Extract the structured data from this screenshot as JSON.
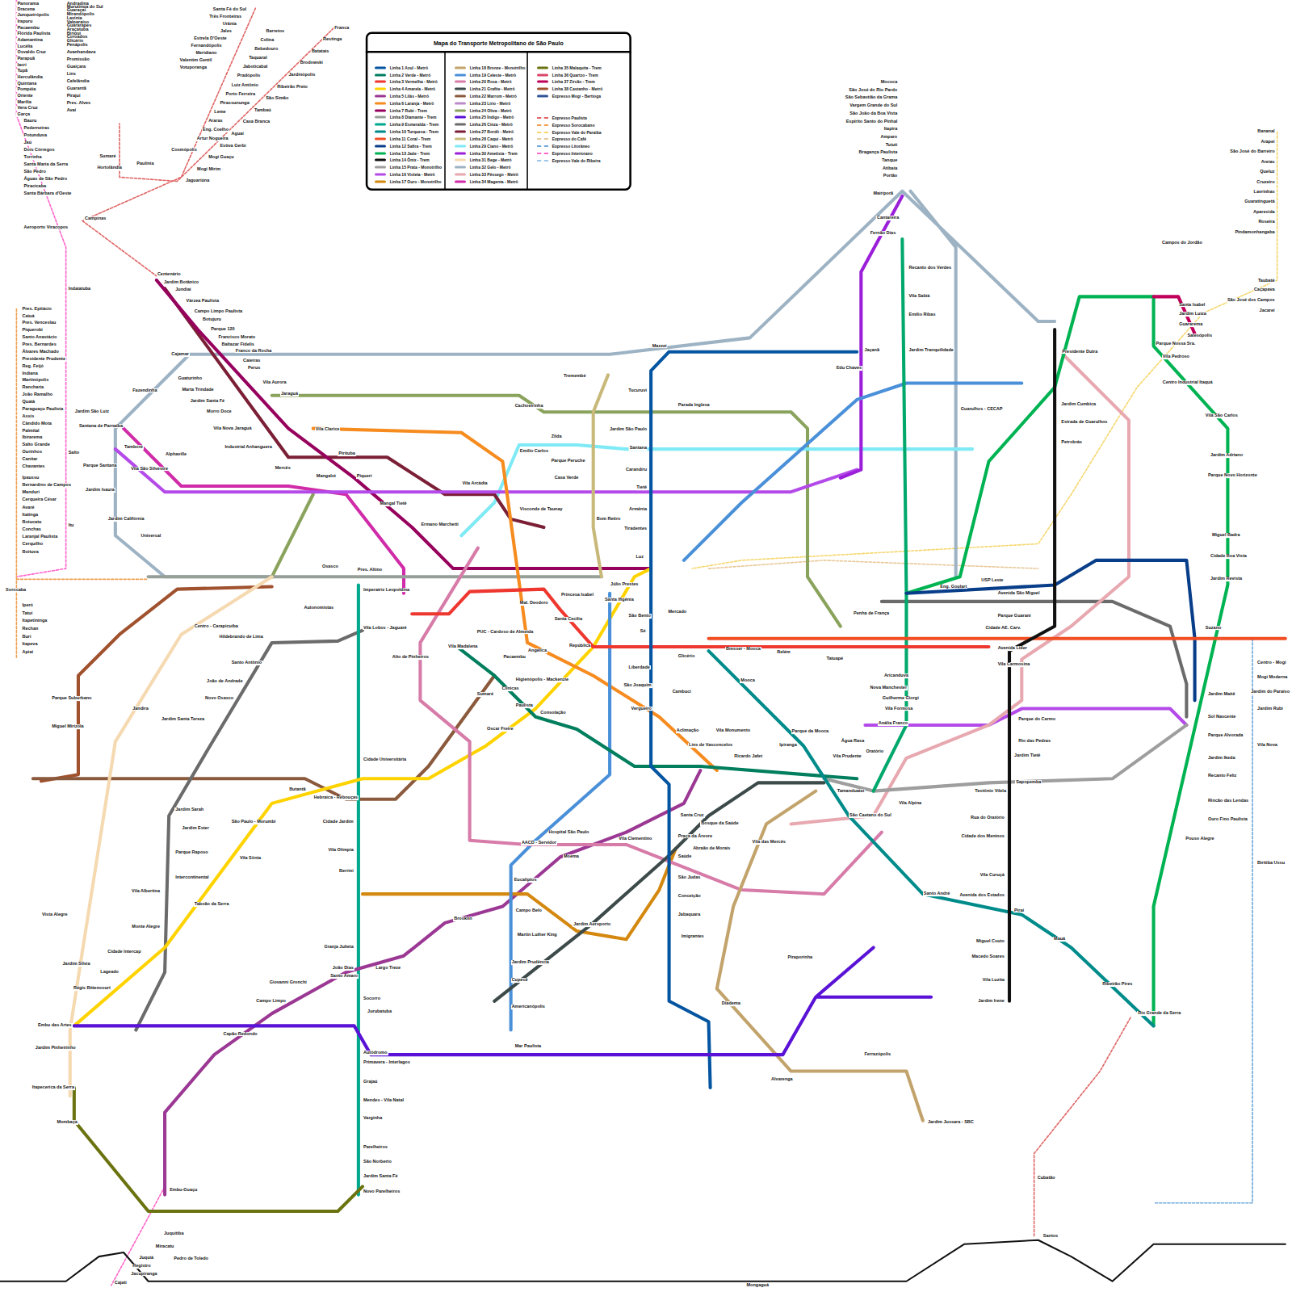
{
  "diagram": {
    "title": "Mapa do Transporte Metropolitano de São Paulo",
    "labels": [
      "Panorama",
      "Dracena",
      "Junqueirópolis",
      "Irapuru",
      "Pacaembu",
      "Flórida Paulista",
      "Adamantina",
      "Lucélia",
      "Osvaldo Cruz",
      "Parapuã",
      "Iacri",
      "Tupã",
      "Herculândia",
      "Quintana",
      "Pompéia",
      "Oriente",
      "Marília",
      "Vera Cruz",
      "Garça",
      "Bauru",
      "Pederneiras",
      "Potunduva",
      "Jaú",
      "Dois Córregos",
      "Torrinha",
      "Santa Maria da Serra",
      "São Pedro",
      "Águas de São Pedro",
      "Piracicaba",
      "Santa Bárbara d'Oeste",
      "Aeroporto Viracopos",
      "Campinas",
      "Indaiatuba",
      "Salto",
      "Itu",
      "Andradina",
      "Murutinga do Sul",
      "Guaraçaí",
      "Mirandópolis",
      "Lavínia",
      "Valparaíso",
      "Guararapes",
      "Araçatuba",
      "Birigui",
      "Coroados",
      "Glicério",
      "Penápolis",
      "Avanhandava",
      "Promissão",
      "Guaiçara",
      "Lins",
      "Cafelândia",
      "Guarantã",
      "Pirajuí",
      "Pres. Alves",
      "Avaí",
      "Santa Fé do Sul",
      "Três Fronteiras",
      "Urânia",
      "Jales",
      "Estrela D'Oeste",
      "Fernandópolis",
      "Meridiano",
      "Valentim Gentil",
      "Votuporanga",
      "Barretos",
      "Colina",
      "Bebedouro",
      "Taquaral",
      "Jaboticabal",
      "Pradópolis",
      "Luiz Antônio",
      "Porto Ferreira",
      "Pirassununga",
      "Leme",
      "Araras",
      "Eng. Coelho",
      "Artur Nogueira",
      "Cosmópolis",
      "Paulínia",
      "Franca",
      "Restinga",
      "Batatais",
      "Brodowski",
      "Jardinópolis",
      "Ribeirão Preto",
      "São Simão",
      "Tambaú",
      "Casa Branca",
      "Aguaí",
      "Estiva Gerbi",
      "Mogi Guaçu",
      "Mogi Mirim",
      "Jaguariúna",
      "Sumaré",
      "Hortolândia",
      "Pres. Epitácio",
      "Caiuá",
      "Pres. Venceslau",
      "Piquerobi",
      "Santo Anastácio",
      "Pres. Bernardes",
      "Álvares Machado",
      "Presidente Prudente",
      "Reg. Feijó",
      "Indiana",
      "Martinópolis",
      "Rancharia",
      "João Ramalho",
      "Quatá",
      "Paraguaçu Paulista",
      "Assis",
      "Cândido Mota",
      "Palmital",
      "Ibirarema",
      "Salto Grande",
      "Ourinhos",
      "Canitar",
      "Chavantes",
      "Ipaussu",
      "Bernardino de Campos",
      "Manduri",
      "Cerqueira César",
      "Avaré",
      "Itatinga",
      "Botucatu",
      "Conchas",
      "Laranjal Paulista",
      "Cerquilho",
      "Boituva",
      "Sorocaba",
      "Iperó",
      "Tatuí",
      "Itapetininga",
      "Rechan",
      "Buri",
      "Itapeva",
      "Apiaí",
      "Mococa",
      "São José do Rio Pardo",
      "São Sebastião da Grama",
      "Vargem Grande do Sul",
      "São João da Boa Vista",
      "Espírito Santo do Pinhal",
      "Itapira",
      "Amparo",
      "Tuiuti",
      "Bragança Paulista",
      "Tanque",
      "Atibaia",
      "Portão",
      "Bananal",
      "Arapeí",
      "São José do Barreiro",
      "Areias",
      "Queluz",
      "Cruzeiro",
      "Lavrinhas",
      "Guaratinguetá",
      "Aparecida",
      "Roseira",
      "Pindamonhangaba",
      "Campos do Jordão",
      "Taubaté",
      "Caçapava",
      "São José dos Campos",
      "Jacareí",
      "Mairiporã",
      "Cantareira",
      "Fernão Dias",
      "Recanto dos Verdes",
      "Vila Sabiá",
      "Emílio Ribas",
      "Jardim Tranquilidade",
      "Jaçanã",
      "Edu Chaves",
      "Mazzei",
      "Tucuruvi",
      "Parada Inglesa",
      "Jardim São Paulo",
      "Santana",
      "Carandiru",
      "Tietê",
      "Armênia",
      "Tiradentes",
      "Tremembé",
      "Cachoeirinha",
      "Zilda",
      "Emílio Carlos",
      "Parque Peruche",
      "Casa Verde",
      "Visconde de Taunay",
      "Bom Retiro",
      "Vila Arcádia",
      "Luz",
      "Júlio Prestes",
      "Princesa Isabel",
      "Santa Ifigênia",
      "Mal. Deodoro",
      "Santa Cecília",
      "República",
      "São Bento",
      "Sé",
      "Mercado",
      "Liberdade",
      "São Joaquim",
      "Vergueiro",
      "Glicério",
      "Cambuci",
      "Bresser - Mooca",
      "Belém",
      "Tatuapé",
      "Mooca",
      "Consolação",
      "Paulista",
      "Higienópolis - Mackenzie",
      "Angélica",
      "Pacaembu",
      "PUC - Cardoso de Almeida",
      "Sumaré",
      "Clínicas",
      "Oscar Freire",
      "Vila Madalena",
      "Alto de Pinheiros",
      "Vila Lobos - Jaguaré",
      "Cidade Universitária",
      "Butantã",
      "Hebraica - Rebouças",
      "São Paulo - Morumbi",
      "Vila Sônia",
      "Taboão da Serra",
      "Embu das Artes",
      "Capão Redondo",
      "Campo Limpo",
      "Giovanni Gronchi",
      "Santo Amaro",
      "Socorro",
      "Jurubatuba",
      "Autódromo",
      "Primavera - Interlagos",
      "Grajaú",
      "Mendes - Vila Natal",
      "Varginha",
      "Parelheiros",
      "São Norberto",
      "Jardim Santa Fé",
      "Novo Parelheiros",
      "Granja Julieta",
      "João Dias",
      "Berrini",
      "Vila Olímpia",
      "Cidade Jardim",
      "Brooklin",
      "Largo Treze",
      "Campo Belo",
      "Jardim Aeroporto",
      "Moema",
      "AACD - Servidor",
      "Hospital São Paulo",
      "Vila Clementino",
      "Santa Cruz",
      "Eucaliptos",
      "Martin Luther King",
      "Jardim Prudência",
      "Cupecê",
      "Americanópolis",
      "Mar Paulista",
      "Praça da Árvore",
      "Saúde",
      "São Judas",
      "Conceição",
      "Jabaquara",
      "Imigrantes",
      "Diadema",
      "Piraporinha",
      "Ferrazópolis",
      "Tamanduateí",
      "Vila Prudente",
      "Oratório",
      "São Caetano do Sul",
      "Santo André",
      "Mauá",
      "Ribeirão Pires",
      "Rio Grande da Serra",
      "Anália Franco",
      "Penha de França",
      "Aricanduva",
      "Nova Manchester",
      "Guilherme Giorgi",
      "Vila Formosa",
      "Água Rasa",
      "Ipiranga",
      "Parque da Mooca",
      "Vila Alpina",
      "Vila Monumento",
      "Lins de Vasconcelos",
      "Ricardo Jafet",
      "Aclimação",
      "Bosque da Saúde",
      "Abraão de Morais",
      "Vila das Mercês",
      "Guarulhos - CECAP",
      "Eng. Goulart",
      "USP Leste",
      "Avenida São Miguel",
      "Parque Guarani",
      "Cidade AE. Carv.",
      "Avenida Líder",
      "Vila Carmosina",
      "Parque do Carmo",
      "Rio das Pedras",
      "Jardim Tietê",
      "Sapopemba",
      "Teotônio Vilela",
      "Rua do Oratório",
      "Cidade dos Meninos",
      "Vila Curuçá",
      "Avenida dos Estados",
      "Piraí",
      "Miguel Couto",
      "Macedo Soares",
      "Vila Luzita",
      "Jardim Irene",
      "Presidente Dutra",
      "Jardim Cumbica",
      "Estrada de Guarulhos",
      "Petrobrás",
      "Cubatão",
      "Santos",
      "Santa Isabel",
      "Jardim Luiza",
      "Guararema",
      "Salesópolis",
      "Parque Nossa Sra.",
      "Vila Pedroso",
      "Centro Industrial Itaquá",
      "Vila São Carlos",
      "Jardim Adriano",
      "Parque Novo Horizonte",
      "Miguel Badra",
      "Cidade Boa Vista",
      "Jardim Revista",
      "Suzano",
      "Centro - Mogi",
      "Mogi Moderna",
      "Jardim do Paraíso",
      "Jardim Rubi",
      "Vila Nova",
      "Biritiba Ussu",
      "Jardim Maitê",
      "Sol Nascente",
      "Parque Alvorada",
      "Jardim Ikeda",
      "Recanto Feliz",
      "Rincão das Lendas",
      "Ouro Fino Paulista",
      "Pouso Alegre",
      "Centenário",
      "Jardim Botânico",
      "Jundiaí",
      "Várzea Paulista",
      "Campo Limpo Paulista",
      "Botujuru",
      "Parque 120",
      "Francisco Morato",
      "Baltazar Fidelis",
      "Franco da Rocha",
      "Caieiras",
      "Perus",
      "Vila Aurora",
      "Jaraguá",
      "Cajamar",
      "Guaturinho",
      "Marta Trindade",
      "Jardim Santa Fé",
      "Morro Doce",
      "Vila Nova Jaraguá",
      "Industrial Anhanguera",
      "Pirituba",
      "Piqueri",
      "Mangalot",
      "Mercês",
      "Vila Clarice",
      "Mangal Tietê",
      "Ermano Marchetti",
      "Fazendinha",
      "Jardim São Luiz",
      "Santana de Parnaíba",
      "Tamboré",
      "Alphaville",
      "Vila São Silvestre",
      "Parque Santana",
      "Jardim Isaura",
      "Jardim Califórnia",
      "Universal",
      "Osasco",
      "Pres. Altino",
      "Imperatriz Leopoldina",
      "Autonomistas",
      "Centro - Carapicuíba",
      "Hildebrando de Lima",
      "Santo Antônio",
      "João de Andrade",
      "Novo Osasco",
      "Jandira",
      "Jardim Santa Tereza",
      "Parque Suburbano",
      "Miguel Mirizola",
      "Jardim Sarah",
      "Jardim Ester",
      "Parque Raposo",
      "Intercontinental",
      "Vila Albertina",
      "Monte Alegre",
      "Cidade Intercap",
      "Lageado",
      "Régis Bittencourt",
      "Jardim Silvia",
      "Vista Alegre",
      "Embu-Guaçu",
      "Itapecerica da Serra",
      "Jardim Pinheirinho",
      "Mombaça",
      "Juquitiba",
      "Miracatu",
      "Pedro de Toledo",
      "Juquiá",
      "Registro",
      "Jacupiranga",
      "Cajati",
      "Mongaguá",
      "Jardim Jussara - SBC",
      "Alvarenga"
    ],
    "legend": [
      {
        "text": "Linha 1 Azul - Metrô",
        "color": "#0455A1"
      },
      {
        "text": "Linha 2 Verde - Metrô",
        "color": "#007E5E"
      },
      {
        "text": "Linha 3 Vermelha - Metrô",
        "color": "#EE372F"
      },
      {
        "text": "Linha 4 Amarela - Metrô",
        "color": "#FFD300"
      },
      {
        "text": "Linha 5 Lilás - Metrô",
        "color": "#9B3894"
      },
      {
        "text": "Linha 6 Laranja - Metrô",
        "color": "#F68B1F"
      },
      {
        "text": "Linha 7 Rubi - Trem",
        "color": "#97015E"
      },
      {
        "text": "Linha 8 Diamante - Trem",
        "color": "#97A098"
      },
      {
        "text": "Linha 9 Esmeralda - Trem",
        "color": "#00A88E"
      },
      {
        "text": "Linha 10 Turquesa - Trem",
        "color": "#008B8B"
      },
      {
        "text": "Linha 11 Coral - Trem",
        "color": "#F04E23"
      },
      {
        "text": "Linha 12 Safira - Trem",
        "color": "#083E89"
      },
      {
        "text": "Linha 13 Jade - Trem",
        "color": "#00B352"
      },
      {
        "text": "Linha 14 Ônix - Trem",
        "color": "#111111"
      },
      {
        "text": "Linha 15 Prata - Monotrilho",
        "color": "#9E9E9E"
      },
      {
        "text": "Linha 16 Violeta - Metrô",
        "color": "#B44AE8"
      },
      {
        "text": "Linha 17 Ouro - Monotrilho",
        "color": "#D4880F"
      },
      {
        "text": "Linha 18 Bronze - Monotrilho",
        "color": "#C2A36B"
      },
      {
        "text": "Linha 19 Celeste - Metrô",
        "color": "#4A90D9"
      },
      {
        "text": "Linha 20 Rosa - Metrô",
        "color": "#D77BA8"
      },
      {
        "text": "Linha 21 Grafite - Metrô",
        "color": "#3D4A4A"
      },
      {
        "text": "Linha 22 Marrom - Metrô",
        "color": "#8B5A3C"
      },
      {
        "text": "Linha 23 Lírio - Metrô",
        "color": "#B98CC9"
      },
      {
        "text": "Linha 24 Oliva - Metrô",
        "color": "#8AA35C"
      },
      {
        "text": "Linha 25 Índigo - Metrô",
        "color": "#5A12D6"
      },
      {
        "text": "Linha 26 Cinza - Metrô",
        "color": "#6B6B6B"
      },
      {
        "text": "Linha 27 Bordô - Metrô",
        "color": "#7B1F36"
      },
      {
        "text": "Linha 28 Caqui - Metrô",
        "color": "#C8B97A"
      },
      {
        "text": "Linha 29 Ciano - Metrô",
        "color": "#7FEAF5"
      },
      {
        "text": "Linha 30 Ametista - Trem",
        "color": "#9B1FD9"
      },
      {
        "text": "Linha 31 Bege - Metrô",
        "color": "#F5D9B0"
      },
      {
        "text": "Linha 32 Gelo - Metrô",
        "color": "#9DB3C4"
      },
      {
        "text": "Linha 33 Pêssego - Metrô",
        "color": "#E8A8B0"
      },
      {
        "text": "Linha 34 Magenta - Metrô",
        "color": "#D02BA8"
      },
      {
        "text": "Linha 35 Malaquita - Trem",
        "color": "#6B7310"
      },
      {
        "text": "Linha 36 Quartzo - Trem",
        "color": "#D8466B"
      },
      {
        "text": "Linha 37 Zircão - Trem",
        "color": "#C0005A"
      },
      {
        "text": "Linha 38 Castanho - Metrô",
        "color": "#A0512D"
      },
      {
        "text": "Expresso Mogi - Bertioga",
        "color": "#2F5597"
      },
      {
        "text": "Expresso Paulista",
        "color": "#E06666"
      },
      {
        "text": "Expresso Sorocabano",
        "color": "#F0A050"
      },
      {
        "text": "Expresso Vale do Paraíba",
        "color": "#F5D76E"
      },
      {
        "text": "Expresso do Café",
        "color": "#E8C99A"
      },
      {
        "text": "Expresso Litorâneo",
        "color": "#6FA8DC"
      },
      {
        "text": "Expresso Interiorano",
        "color": "#FF66CC"
      },
      {
        "text": "Expresso Vale do Ribeira",
        "color": "#9FC5E8"
      }
    ]
  }
}
